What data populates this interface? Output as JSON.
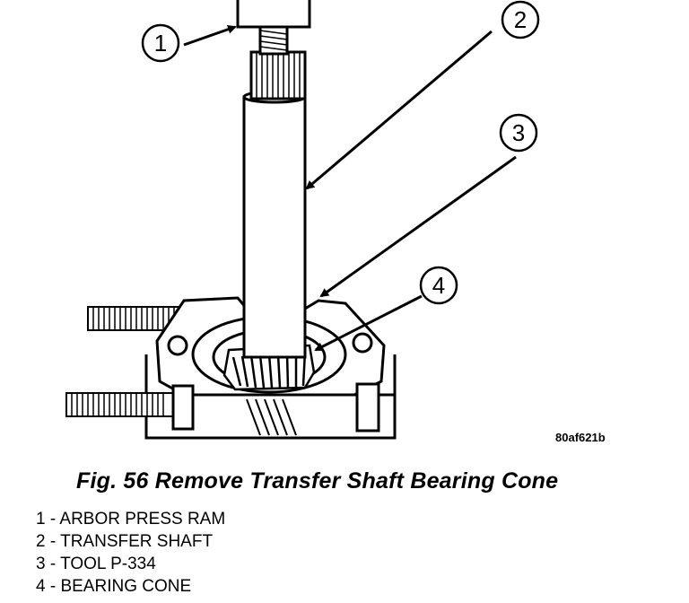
{
  "figure": {
    "id_code": "80af621b",
    "caption": "Fig. 56 Remove Transfer Shaft Bearing Cone"
  },
  "callouts": [
    {
      "number": "1"
    },
    {
      "number": "2"
    },
    {
      "number": "3"
    },
    {
      "number": "4"
    }
  ],
  "legend": [
    {
      "text": "1 - ARBOR PRESS RAM"
    },
    {
      "text": "2 - TRANSFER SHAFT"
    },
    {
      "text": "3 - TOOL P-334"
    },
    {
      "text": "4 - BEARING CONE"
    }
  ]
}
